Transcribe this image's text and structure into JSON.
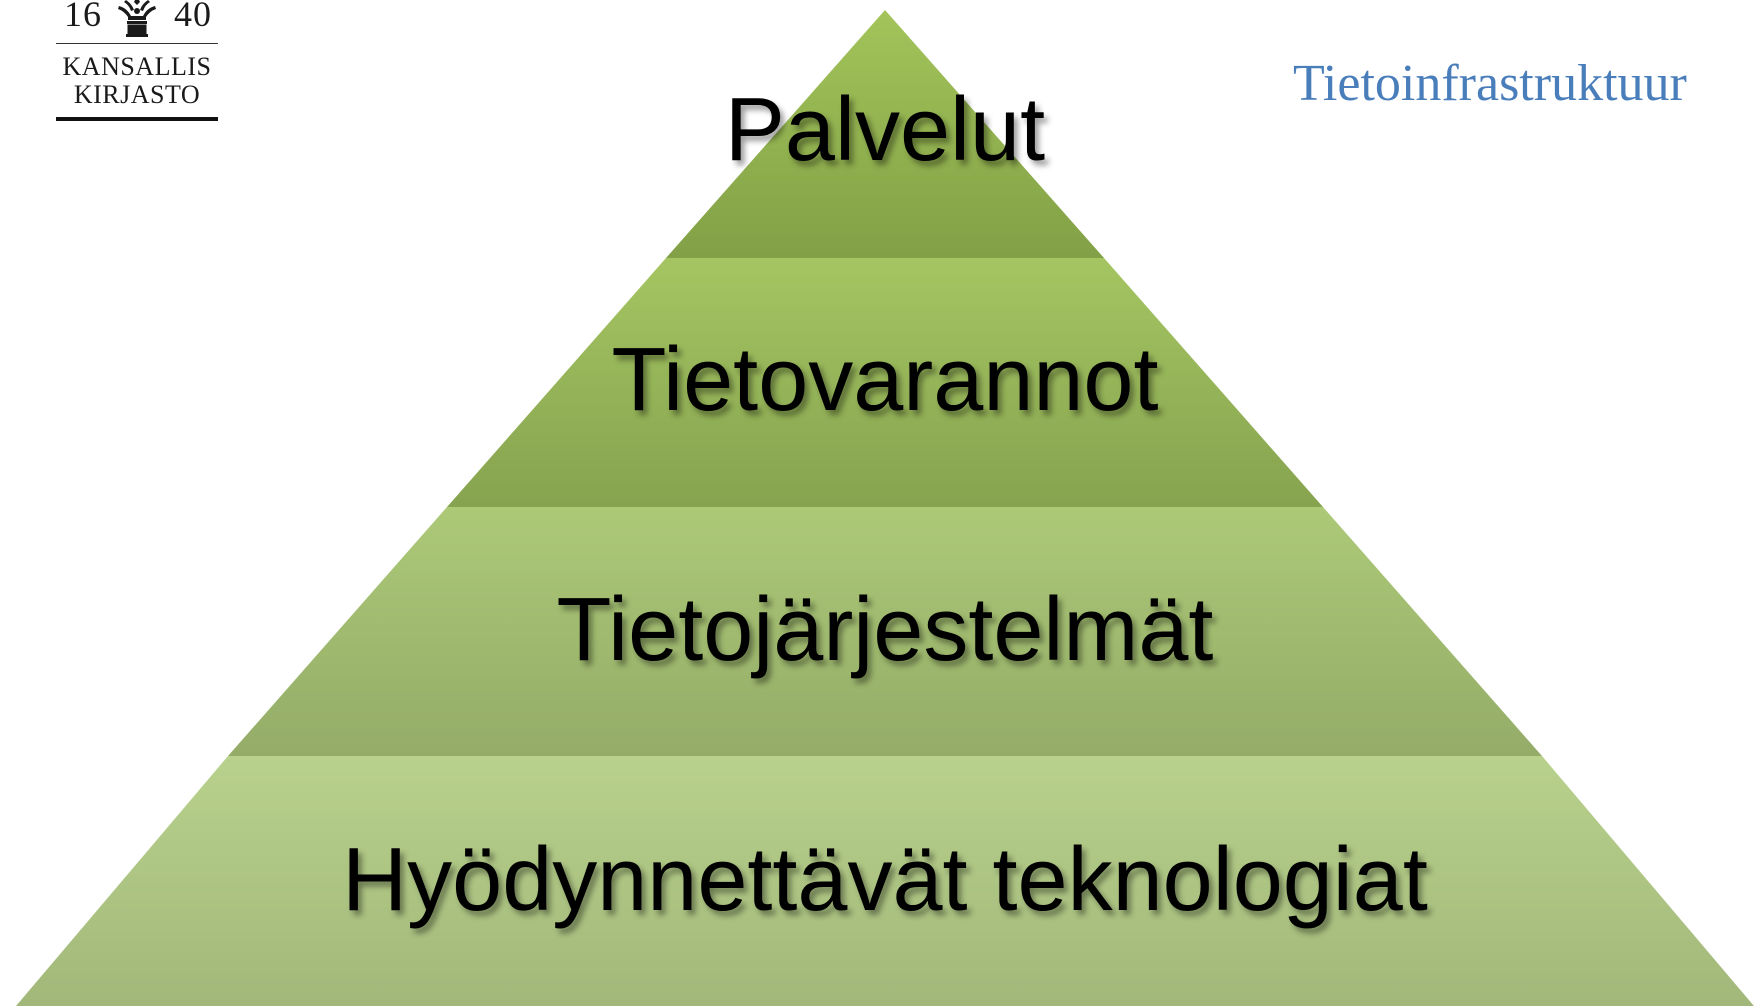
{
  "logo": {
    "year_left": "16",
    "year_right": "40",
    "name_line1": "KANSALLIS",
    "name_line2": "KIRJASTO"
  },
  "slide": {
    "title": "Tietoinfrastruktuur"
  },
  "pyramid": {
    "tiers": [
      {
        "label": "Palvelut"
      },
      {
        "label": "Tietovarannot"
      },
      {
        "label": "Tietojärjestelmät"
      },
      {
        "label": "Hyödynnettävät teknologiat"
      }
    ]
  },
  "colors": {
    "title": "#4a7ebb",
    "tier_1_top": "#a3c45a",
    "tier_1_bottom": "#82a046",
    "tier_2_top": "#a5c562",
    "tier_2_bottom": "#86a34f",
    "tier_3_top": "#acc977",
    "tier_3_bottom": "#94ac68",
    "tier_4_top": "#b8d18c",
    "tier_4_bottom": "#a2b87a"
  }
}
